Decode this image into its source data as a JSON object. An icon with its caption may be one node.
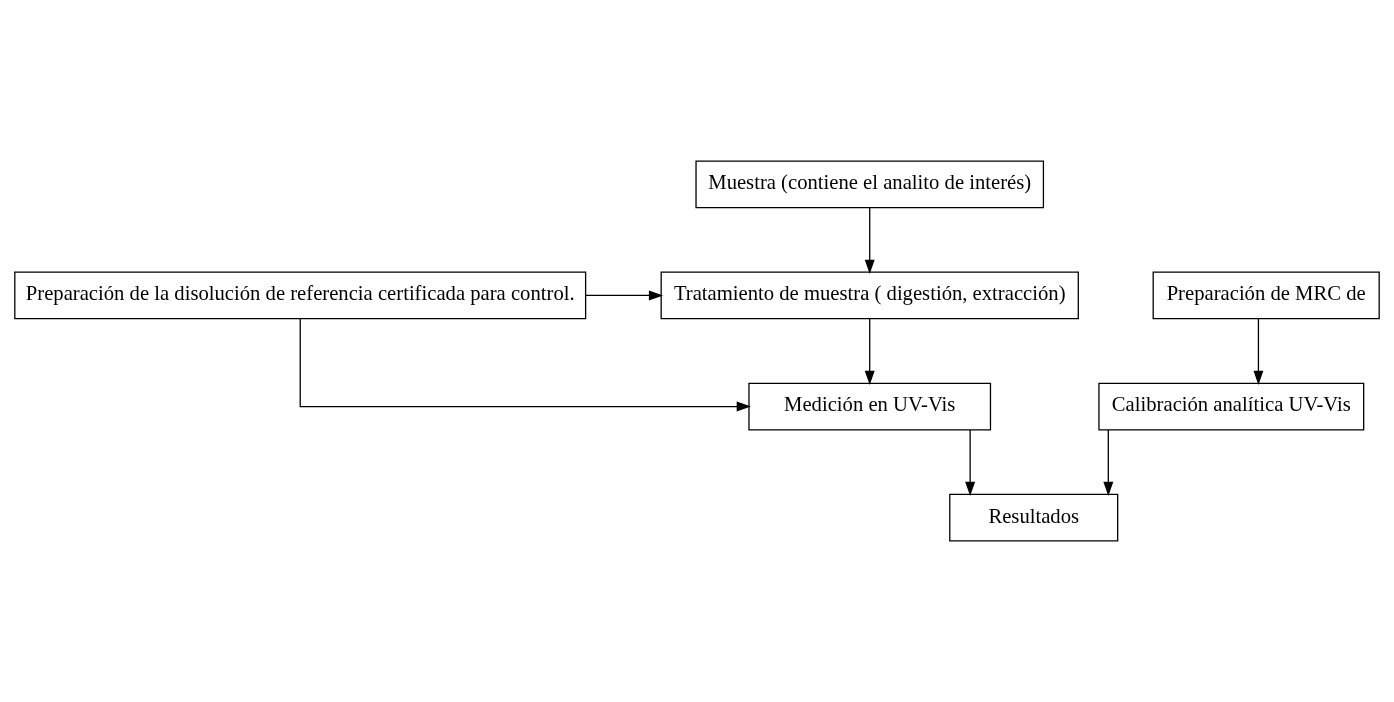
{
  "diagram": {
    "nodes": [
      {
        "text": [
          "Muestra (contiene el analito de interés)"
        ]
      },
      {
        "text": [
          "Preparación de la disolución de referencia certificada para control."
        ]
      },
      {
        "text": [
          "Tratamiento de muestra ( digestión, extracción)"
        ]
      },
      {
        "text": [
          "Preparación de MRC de"
        ]
      },
      {
        "text": [
          "Medición en UV-Vis"
        ]
      },
      {
        "text": [
          "Calibración analítica UV-Vis"
        ]
      },
      {
        "text": [
          "Resultados"
        ]
      }
    ],
    "edges": [
      {
        "from": 0,
        "to": 2,
        "arrow": "to"
      },
      {
        "from": 1,
        "to": 2,
        "arrow": "to"
      },
      {
        "from": 2,
        "to": 4,
        "arrow": "to"
      },
      {
        "from": 1,
        "to": 4,
        "arrow": "to"
      },
      {
        "from": 3,
        "to": 5,
        "arrow": "to"
      },
      {
        "from": 4,
        "to": 6,
        "arrow": "to"
      },
      {
        "from": 5,
        "to": 6,
        "arrow": "to"
      }
    ]
  }
}
